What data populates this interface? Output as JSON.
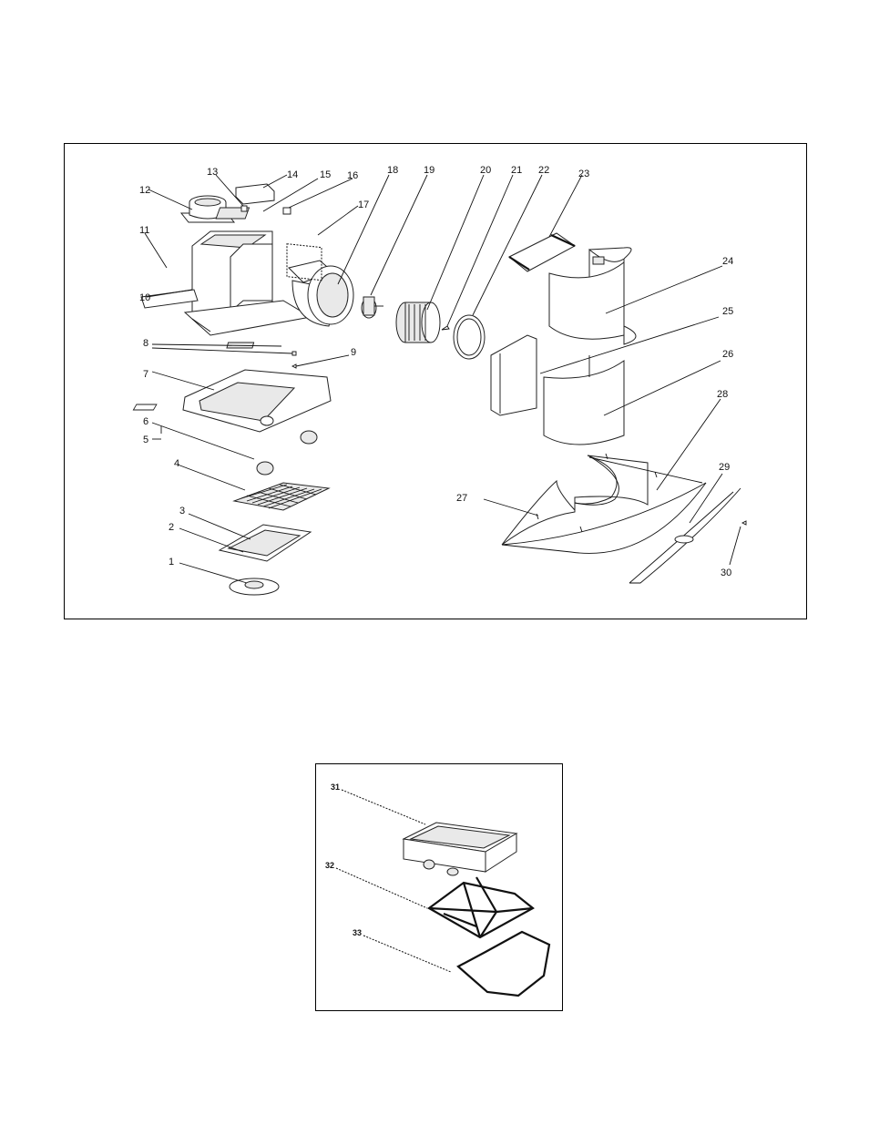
{
  "diagram": {
    "main_callouts": [
      "1",
      "2",
      "3",
      "4",
      "5",
      "6",
      "7",
      "8",
      "9",
      "10",
      "11",
      "12",
      "13",
      "14",
      "15",
      "16",
      "17",
      "18",
      "19",
      "20",
      "21",
      "22",
      "23",
      "24",
      "25",
      "26",
      "27",
      "28",
      "29",
      "30"
    ],
    "inset_callouts": [
      "31",
      "32",
      "33"
    ]
  }
}
